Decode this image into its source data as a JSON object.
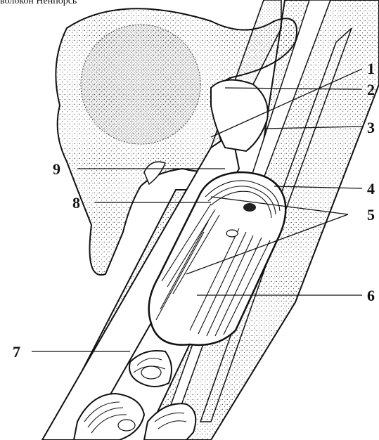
{
  "header": {
    "caption": "волокон Ненпорсь"
  },
  "labels": [
    "1",
    "2",
    "3",
    "4",
    "5",
    "6",
    "7",
    "8",
    "9"
  ],
  "colors": {
    "ink": "#111111",
    "paper": "#ffffff"
  }
}
